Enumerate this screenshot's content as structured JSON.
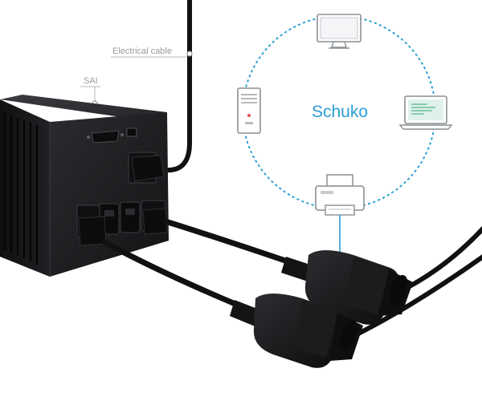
{
  "labels": {
    "electrical_cable": "Electrical cable",
    "sai": "SAI"
  },
  "center_label": "Schuko",
  "devices": [
    {
      "name": "monitor-icon"
    },
    {
      "name": "laptop-icon"
    },
    {
      "name": "printer-icon"
    },
    {
      "name": "desktop-tower-icon"
    }
  ],
  "colors": {
    "accent": "#2b9fd3",
    "ups_body": "#1e1f21",
    "label_gray": "#9a9a9a",
    "cable": "#111111"
  }
}
